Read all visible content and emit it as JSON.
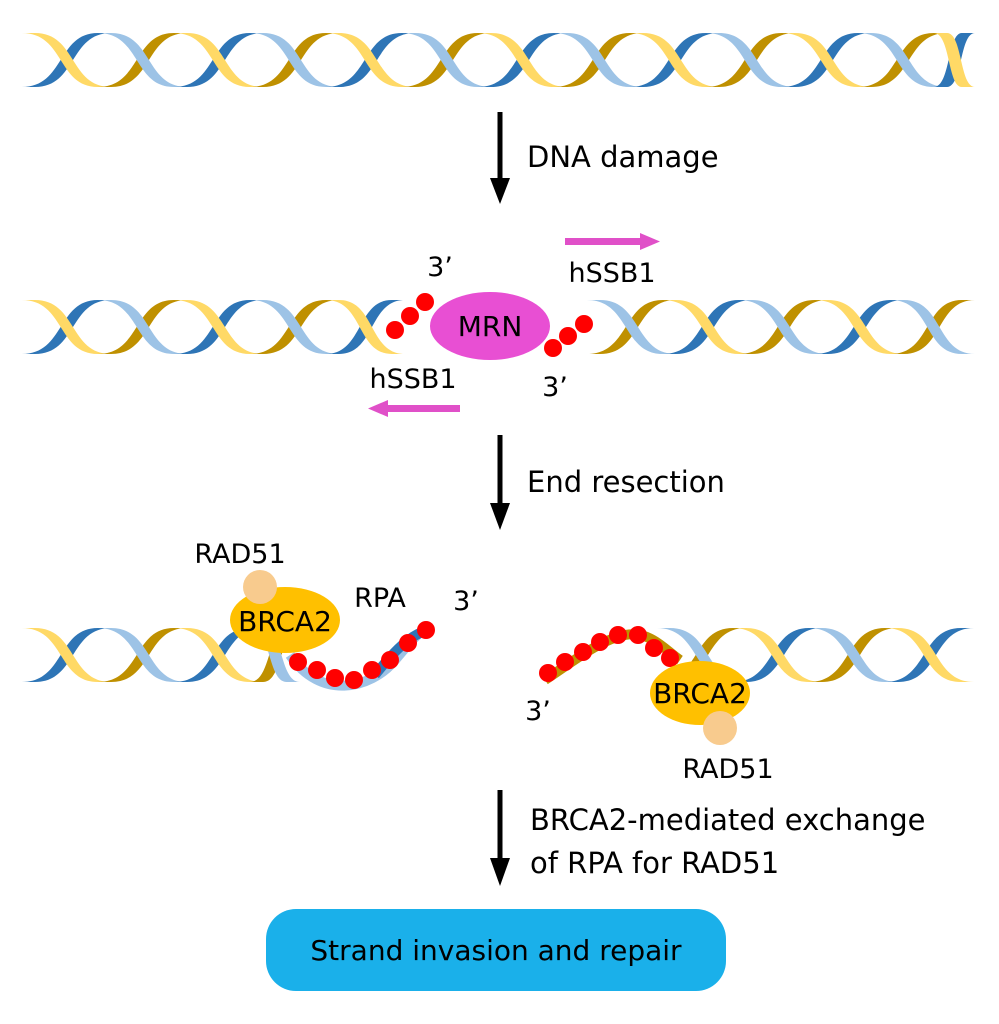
{
  "colors": {
    "strand_dark_blue": "#2e75b6",
    "strand_light_blue": "#9dc3e6",
    "strand_yellow": "#ffd966",
    "strand_gold": "#bf9000",
    "rpa_red": "#ff0000",
    "mrn_magenta": "#e84fd3",
    "hssb1_arrow": "#e050c8",
    "brca2_yellow": "#ffc000",
    "rad51_peach": "#f8cb8e",
    "final_box_blue": "#1ab0ea",
    "arrow_black": "#000000"
  },
  "steps": [
    {
      "id": "dna-damage",
      "label": "DNA damage"
    },
    {
      "id": "end-resection",
      "label": "End resection"
    },
    {
      "id": "brca2-exchange",
      "label_line1": "BRCA2-mediated exchange",
      "label_line2": "of RPA for RAD51"
    }
  ],
  "stage2": {
    "mrn_label": "MRN",
    "hssb1_right_label": "hSSB1",
    "hssb1_left_label": "hSSB1",
    "end_left_label": "3’",
    "end_right_label": "3’"
  },
  "stage3": {
    "left": {
      "rad51_label": "RAD51",
      "brca2_label": "BRCA2",
      "rpa_label": "RPA",
      "end_label": "3’"
    },
    "right": {
      "rad51_label": "RAD51",
      "brca2_label": "BRCA2",
      "end_label": "3’"
    }
  },
  "final": {
    "label": "Strand invasion and repair"
  }
}
